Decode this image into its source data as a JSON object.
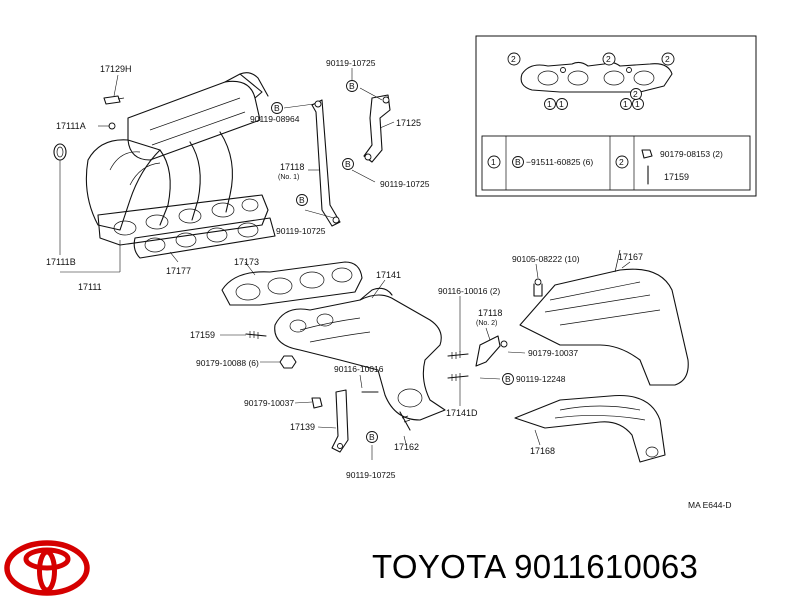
{
  "labels": {
    "p17129H": "17129H",
    "p17111A": "17111A",
    "p17111B": "17111B",
    "p17111": "17111",
    "p17177": "17177",
    "p90119_10725_top": "90119-10725",
    "p90119_08964": "90119-08964",
    "p17118_no1": "17118",
    "p17118_no1_sub": "(No. 1)",
    "p17125": "17125",
    "p90119_10725_mid": "90119-10725",
    "p90119_10725_left": "90119-10725",
    "p17173": "17173",
    "p17141": "17141",
    "p17159": "17159",
    "p90179_10088": "90179-10088 (6)",
    "p90116_10016_a": "90116-10016",
    "p90179_10037_left": "90179-10037",
    "p17139": "17139",
    "p17162": "17162",
    "p90119_10725_bottom": "90119-10725",
    "p17141D": "17141D",
    "p90116_10016_b": "90116-10016 (2)",
    "p17118_no2": "17118",
    "p17118_no2_sub": "(No. 2)",
    "p90179_10037_right": "90179-10037",
    "p90119_12248": "90119-12248",
    "p90105_08222": "90105-08222 (10)",
    "p17167": "17167",
    "p17168": "17168",
    "ref_code": "MA E644-D"
  },
  "legend": {
    "n1": "1",
    "n2": "2",
    "b": "B",
    "row1_part": "−91511-60825 (6)",
    "row2_part": "90179-08153 (2)",
    "row2_sub": "17159"
  },
  "footer": {
    "brand": "TOYOTA",
    "part_number": "9011610063",
    "logo_color": "#d50000"
  }
}
